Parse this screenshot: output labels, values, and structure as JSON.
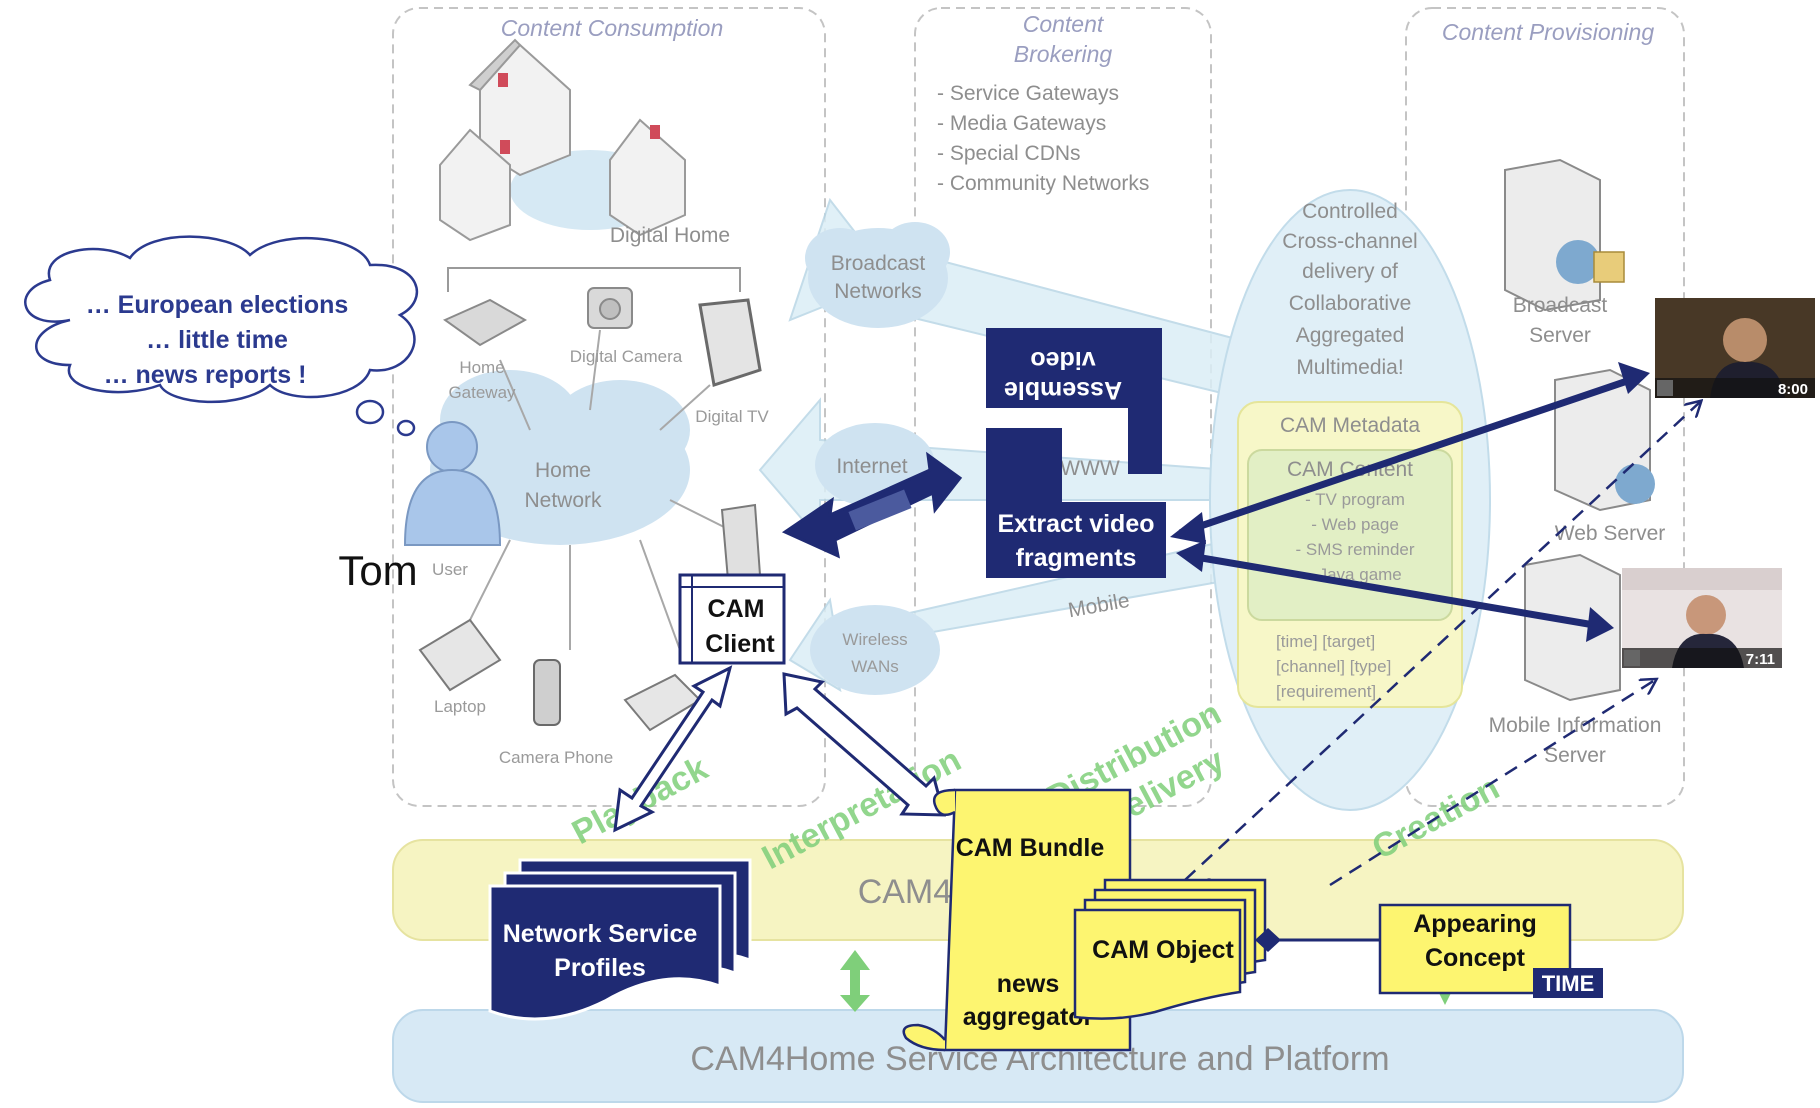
{
  "sections": {
    "consumption": "Content Consumption",
    "brokering_1": "Content",
    "brokering_2": "Brokering",
    "provisioning": "Content Provisioning"
  },
  "brokering_items": [
    "- Service Gateways",
    "- Media Gateways",
    "- Special CDNs",
    "- Community Networks"
  ],
  "home": {
    "digital_home": "Digital Home",
    "home_gateway_1": "Home",
    "home_gateway_2": "Gateway",
    "digital_camera": "Digital Camera",
    "digital_tv": "Digital TV",
    "home_network_1": "Home",
    "home_network_2": "Network",
    "user": "User",
    "laptop": "Laptop",
    "camera_phone": "Camera Phone"
  },
  "networks": {
    "broadcast_1": "Broadcast",
    "broadcast_2": "Networks",
    "internet": "Internet",
    "wireless_1": "Wireless",
    "wireless_2": "WANs",
    "www": "WWW",
    "mobile": "Mobile"
  },
  "ellipse": {
    "line1": "Controlled",
    "line2": "Cross-channel",
    "line3": "delivery of",
    "line4": "Collaborative",
    "line5": "Aggregated",
    "line6": "Multimedia!",
    "metadata": "CAM Metadata",
    "content": "CAM Content",
    "items": [
      "- TV program",
      "- Web page",
      "- SMS reminder",
      "- Java game"
    ],
    "tags1": "[time]      [target]",
    "tags2": "[channel] [type]",
    "tags3": "[requirement]"
  },
  "servers": {
    "broadcast_1": "Broadcast",
    "broadcast_2": "Server",
    "web": "Web Server",
    "mobile_1": "Mobile Information",
    "mobile_2": "Server"
  },
  "bubble": {
    "line1": "… European elections",
    "line2": "… little time",
    "line3": "… news reports !"
  },
  "tom": "Tom",
  "cam_client_1": "CAM",
  "cam_client_2": "Client",
  "assemble_1": "Assemble",
  "assemble_2": "video",
  "extract_1": "Extract video",
  "extract_2": "fragments",
  "bands": {
    "framework": "CAM4Home Framework",
    "platform": "CAM4Home Service Architecture and Platform"
  },
  "flows": {
    "playback": "Playback",
    "interpretation": "Interpretation",
    "distribution": "Distribution",
    "delivery": "Delivery",
    "creation": "Creation"
  },
  "nsp_1": "Network Service",
  "nsp_2": "Profiles",
  "bundle": "CAM Bundle",
  "news_1": "news",
  "news_2": "aggregator",
  "cam_object": "CAM Object",
  "concept_1": "Appearing",
  "concept_2": "Concept",
  "time_tag": "TIME",
  "thumbs": {
    "top_time": "8:00",
    "bottom_time": "7:11"
  },
  "colors": {
    "navy": "#1f2a73",
    "yellow": "#fdf570",
    "green": "#7fcf7a",
    "bubble_text": "#2b3a8f"
  }
}
